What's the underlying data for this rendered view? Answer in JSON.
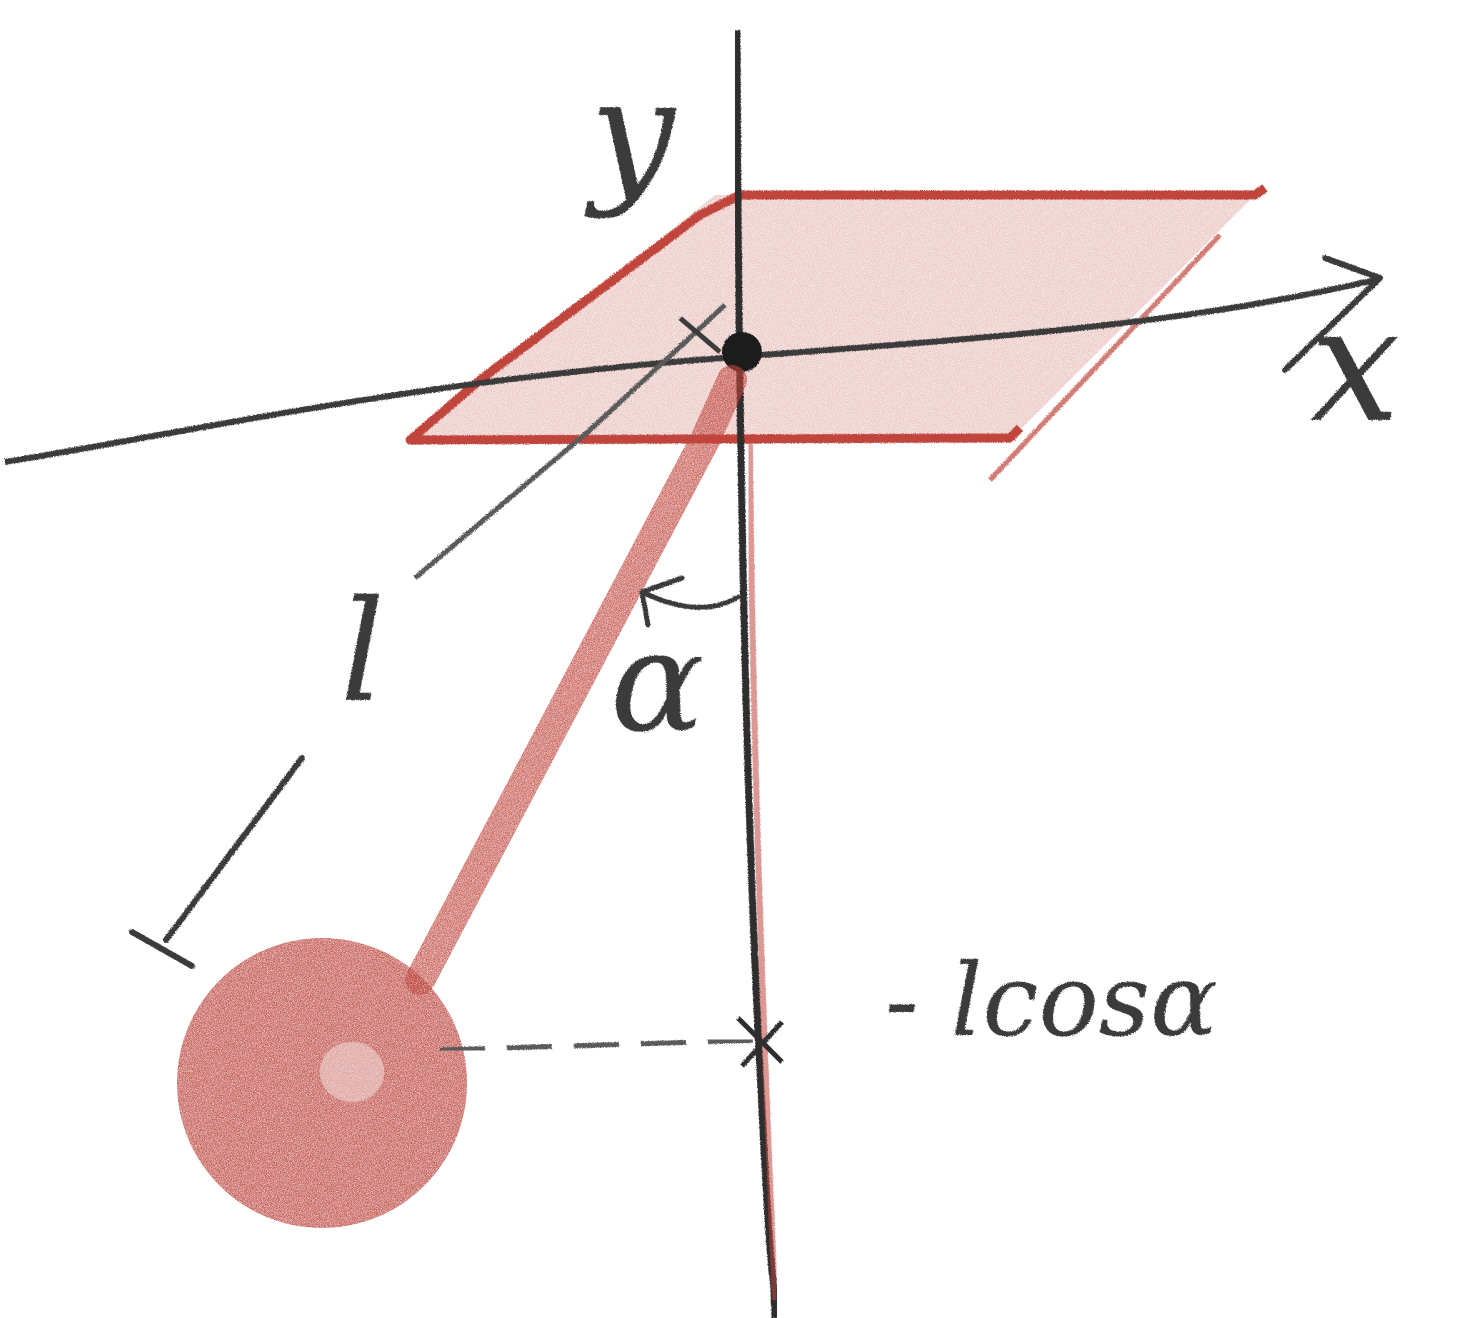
{
  "diagram": {
    "axis_labels": {
      "x": "x",
      "y": "y"
    },
    "length_label": "l",
    "angle_label": "α",
    "height_label": "- lcosα",
    "colors": {
      "pencil": "#3a3a3a",
      "red_pencil": "#c0453c",
      "red_fill": "#d4877f",
      "bob": "#b83a33"
    }
  }
}
